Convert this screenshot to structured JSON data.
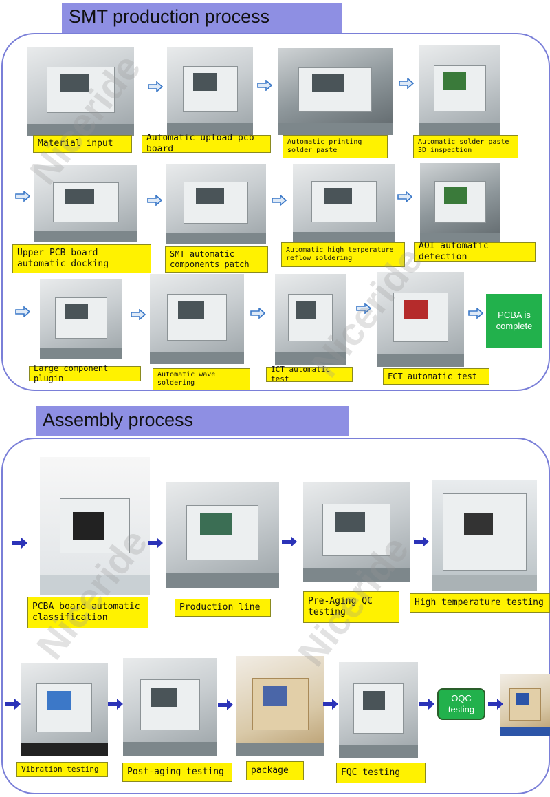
{
  "smt": {
    "title": "SMT production process",
    "steps": [
      "Material input",
      "Automatic upload pcb board",
      "Automatic printing solder paste",
      "Automatic solder paste 3D inspection",
      "Upper PCB board automatic docking",
      "SMT automatic components patch",
      "Automatic high temperature reflow soldering",
      "AOI automatic detection",
      "Large component plugin",
      "Automatic wave soldering",
      "ICT automatic test",
      "FCT automatic test"
    ],
    "final": "PCBA is complete"
  },
  "assembly": {
    "title": "Assembly process",
    "steps": [
      "PCBA board automatic classification",
      "Production line",
      "Pre-Aging QC testing",
      "High temperature testing",
      "Vibration testing",
      "Post-aging testing",
      "package",
      "FQC testing"
    ],
    "oqc": "OQC testing"
  },
  "watermark": "Niceride",
  "colors": {
    "header": "#8e8fe3",
    "frame": "#7a7fd8",
    "label": "#fff200",
    "complete": "#22b14c",
    "arrow_smt": "#3a78c8",
    "arrow_assembly": "#2b33b8"
  }
}
